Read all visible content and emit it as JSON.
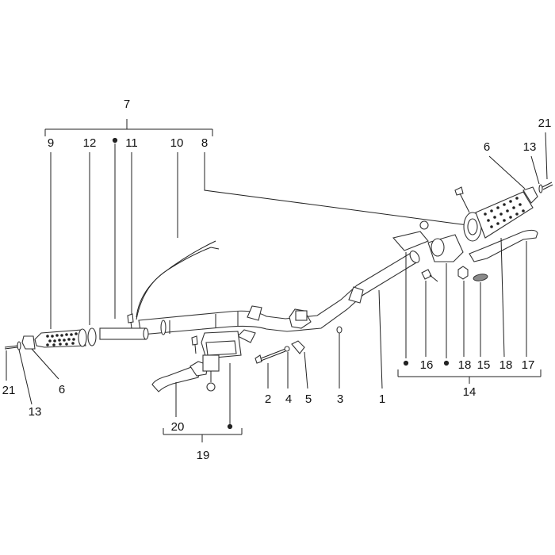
{
  "diagram": {
    "callouts": {
      "c1": "1",
      "c2": "2",
      "c3": "3",
      "c4": "4",
      "c5": "5",
      "c6_left": "6",
      "c6_right": "6",
      "c7": "7",
      "c8": "8",
      "c9": "9",
      "c10": "10",
      "c11": "11",
      "c12": "12",
      "c13_left": "13",
      "c13_right": "13",
      "c14": "14",
      "c15": "15",
      "c16": "16",
      "c17": "17",
      "c18_a": "18",
      "c18_b": "18",
      "c19": "19",
      "c20": "20",
      "c21_left": "21",
      "c21_right": "21"
    }
  }
}
